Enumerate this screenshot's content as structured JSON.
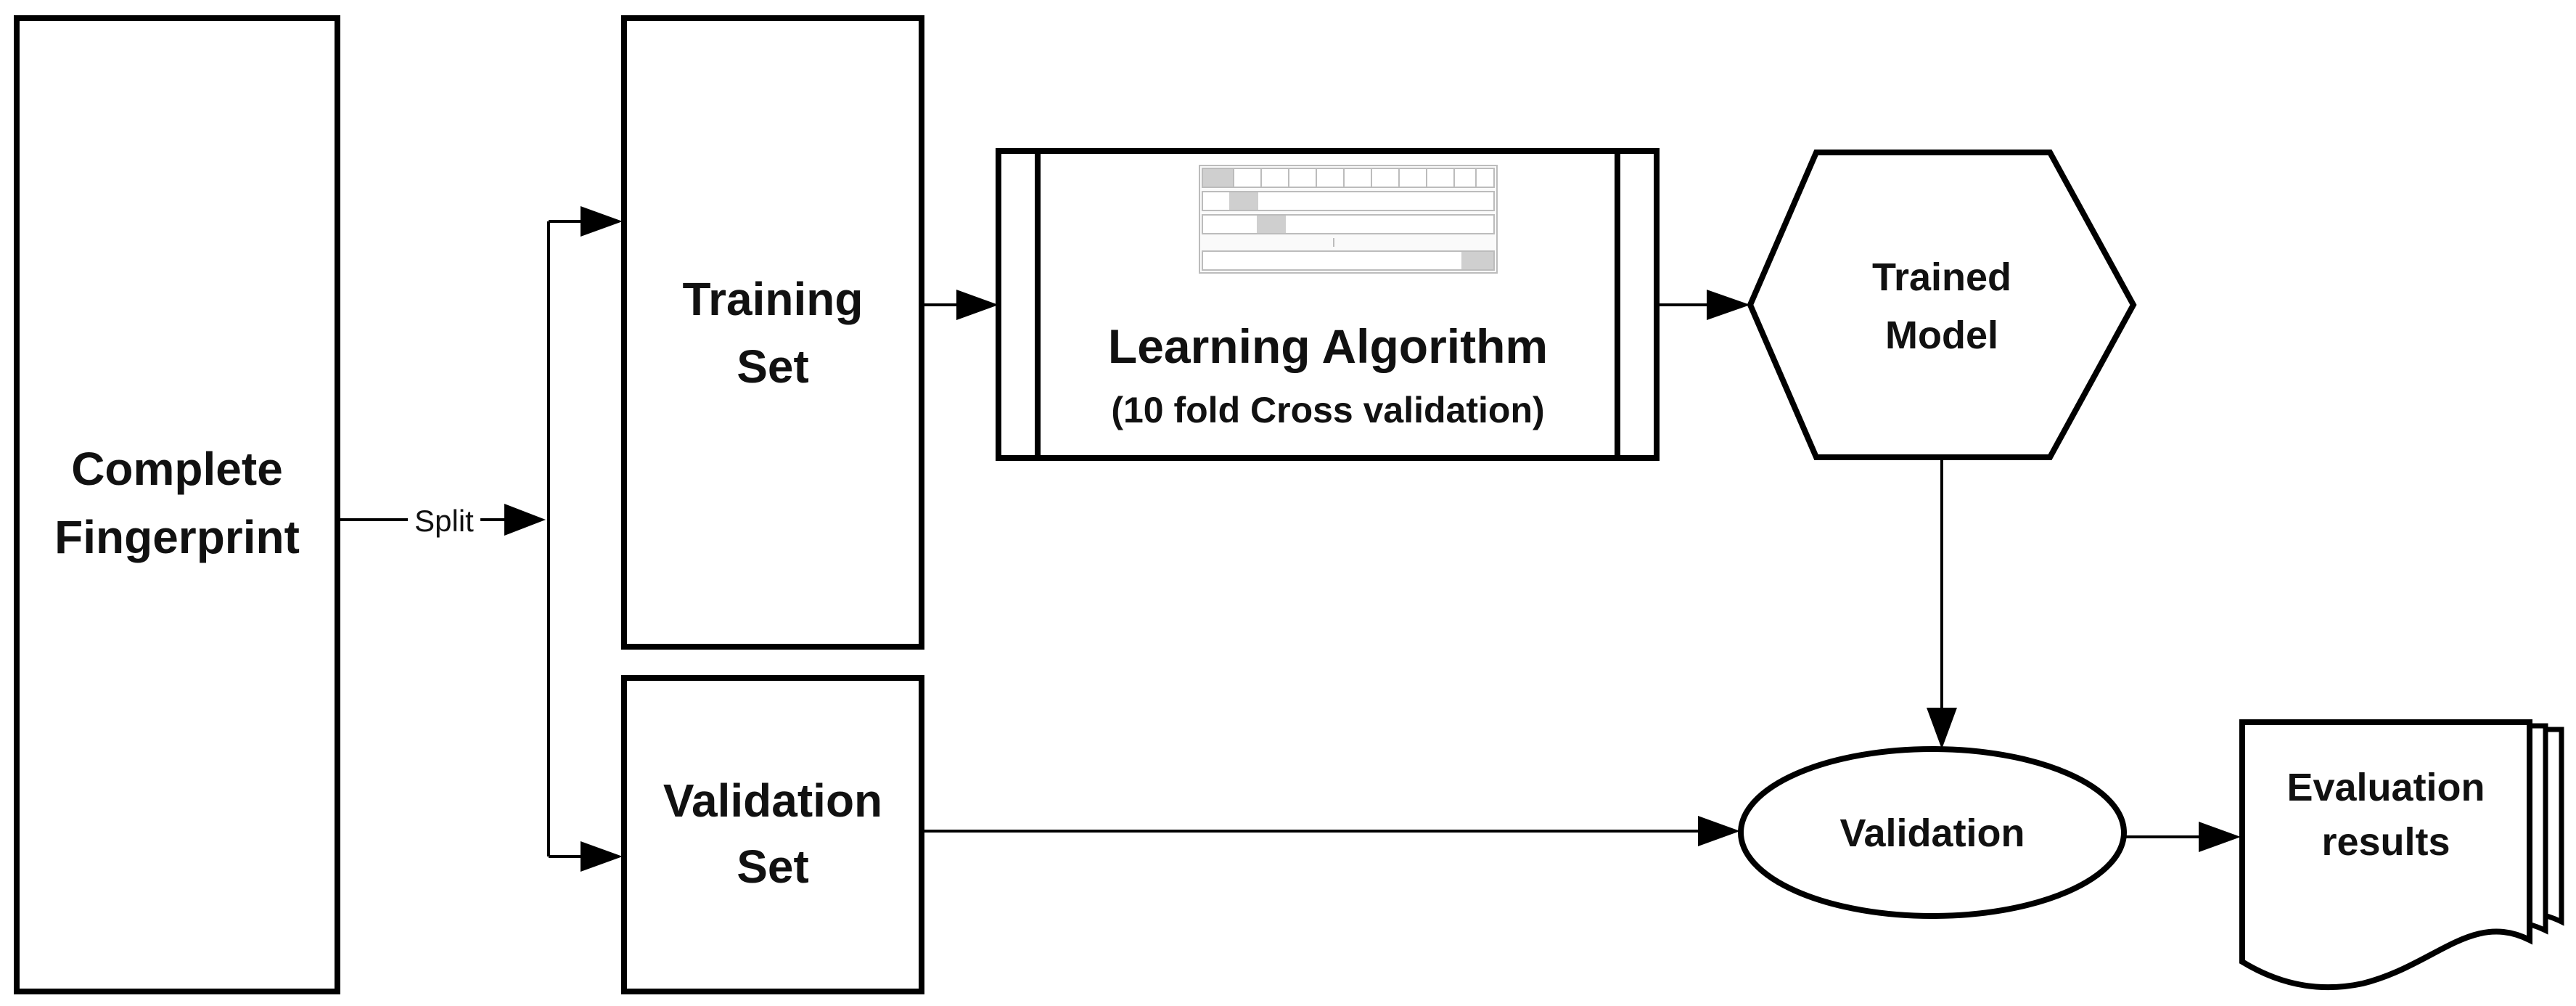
{
  "nodes": {
    "complete_fingerprint": {
      "line1": "Complete",
      "line2": "Fingerprint"
    },
    "training_set": {
      "line1": "Training",
      "line2": "Set"
    },
    "validation_set": {
      "line1": "Validation",
      "line2": "Set"
    },
    "learning_algorithm": {
      "line1": "Learning Algorithm",
      "line2": "(10 fold Cross validation)"
    },
    "trained_model": {
      "line1": "Trained",
      "line2": "Model"
    },
    "validation": {
      "label": "Validation"
    },
    "evaluation_results": {
      "line1": "Evaluation",
      "line2": "results"
    }
  },
  "edges": {
    "split_label": "Split"
  },
  "colors": {
    "stroke": "#000000",
    "fill": "#ffffff",
    "widget_fill": "#f4f4f4",
    "widget_border": "#b8b8b8",
    "widget_accent": "#c8c8c8"
  }
}
